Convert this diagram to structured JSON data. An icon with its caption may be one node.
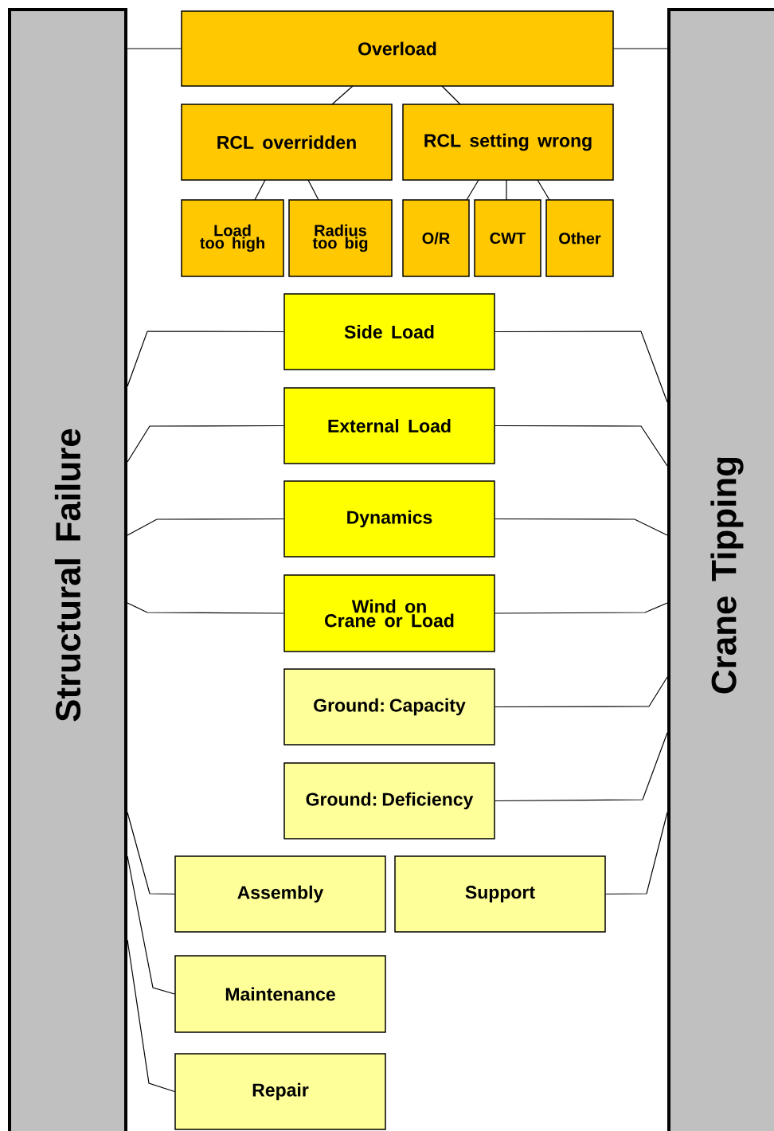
{
  "diagram": {
    "nodes": [
      {
        "text": [
          "Structural Failure"
        ]
      },
      {
        "text": [
          "Crane Tipping"
        ]
      },
      {
        "text": [
          "Overload"
        ]
      },
      {
        "text": [
          "RCL overridden"
        ]
      },
      {
        "text": [
          "RCL setting wrong"
        ]
      },
      {
        "text": [
          "Load too high"
        ]
      },
      {
        "text": [
          "Radius too big"
        ]
      },
      {
        "text": [
          "O/R"
        ]
      },
      {
        "text": [
          "CWT"
        ]
      },
      {
        "text": [
          "Other"
        ]
      },
      {
        "text": [
          "Side Load"
        ]
      },
      {
        "text": [
          "External Load"
        ]
      },
      {
        "text": [
          "Dynamics"
        ]
      },
      {
        "text": [
          "Wind on Crane or Load"
        ]
      },
      {
        "text": [
          "Ground: Capacity"
        ]
      },
      {
        "text": [
          "Ground: Deficiency"
        ]
      },
      {
        "text": [
          "Assembly"
        ]
      },
      {
        "text": [
          "Support"
        ]
      },
      {
        "text": [
          "Maintenance"
        ]
      },
      {
        "text": [
          "Repair"
        ]
      }
    ],
    "edges": [
      {
        "from": 2,
        "to": 0,
        "arrow": "none"
      },
      {
        "from": 2,
        "to": 1,
        "arrow": "none"
      },
      {
        "from": 2,
        "to": 3,
        "arrow": "none"
      },
      {
        "from": 2,
        "to": 4,
        "arrow": "none"
      },
      {
        "from": 3,
        "to": 5,
        "arrow": "none"
      },
      {
        "from": 3,
        "to": 6,
        "arrow": "none"
      },
      {
        "from": 4,
        "to": 7,
        "arrow": "none"
      },
      {
        "from": 4,
        "to": 8,
        "arrow": "none"
      },
      {
        "from": 4,
        "to": 9,
        "arrow": "none"
      },
      {
        "from": 10,
        "to": 0,
        "arrow": "none"
      },
      {
        "from": 10,
        "to": 1,
        "arrow": "none"
      },
      {
        "from": 11,
        "to": 0,
        "arrow": "none"
      },
      {
        "from": 11,
        "to": 1,
        "arrow": "none"
      },
      {
        "from": 12,
        "to": 0,
        "arrow": "none"
      },
      {
        "from": 12,
        "to": 1,
        "arrow": "none"
      },
      {
        "from": 13,
        "to": 0,
        "arrow": "none"
      },
      {
        "from": 13,
        "to": 1,
        "arrow": "none"
      },
      {
        "from": 14,
        "to": 1,
        "arrow": "none"
      },
      {
        "from": 15,
        "to": 1,
        "arrow": "none"
      },
      {
        "from": 16,
        "to": 0,
        "arrow": "none"
      },
      {
        "from": 17,
        "to": 1,
        "arrow": "none"
      },
      {
        "from": 18,
        "to": 0,
        "arrow": "none"
      },
      {
        "from": 19,
        "to": 0,
        "arrow": "none"
      }
    ]
  }
}
